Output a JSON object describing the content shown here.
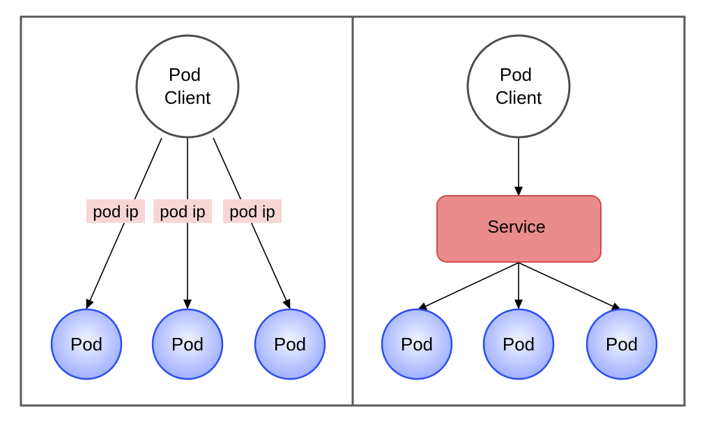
{
  "colors": {
    "panel_border": "#5a5a5a",
    "client_stroke": "#4d4d4d",
    "client_fill": "#ffffff",
    "pod_stroke": "#2b4df0",
    "pod_fill_center": "#f2f4ff",
    "pod_fill_edge": "#9fb0ff",
    "service_fill": "#ea8c8c",
    "service_stroke": "#d24a4a",
    "label_bg": "#f9d6d6",
    "arrow": "#000000"
  },
  "left_panel": {
    "client": {
      "line1": "Pod",
      "line2": "Client"
    },
    "edge_labels": [
      "pod ip",
      "pod ip",
      "pod ip"
    ],
    "pods": [
      "Pod",
      "Pod",
      "Pod"
    ]
  },
  "right_panel": {
    "client": {
      "line1": "Pod",
      "line2": "Client"
    },
    "service": {
      "label": "Service"
    },
    "pods": [
      "Pod",
      "Pod",
      "Pod"
    ]
  }
}
